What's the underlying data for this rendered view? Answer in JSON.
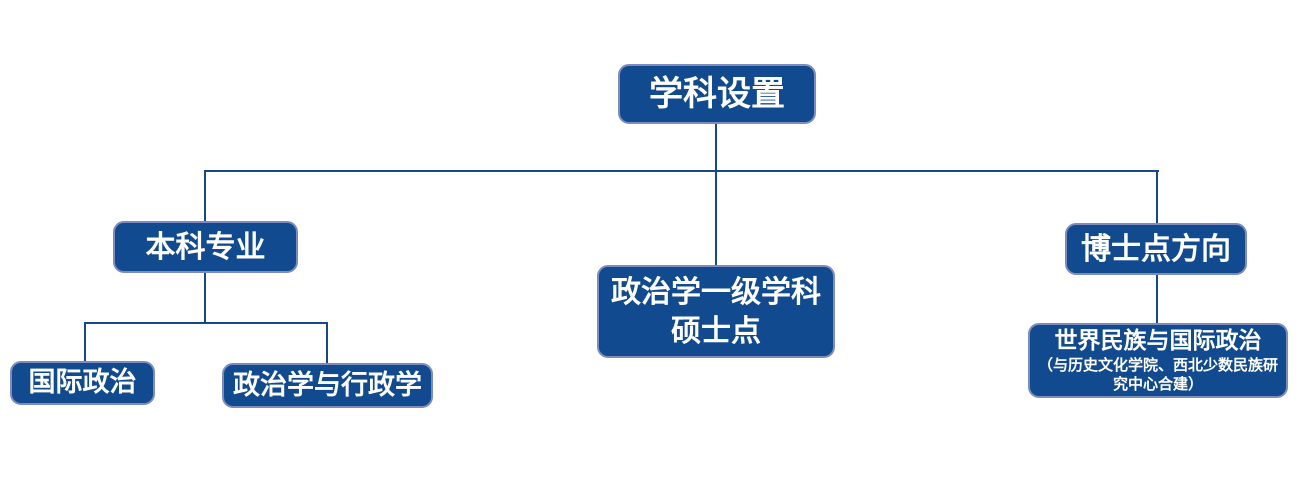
{
  "diagram": {
    "type": "org-chart",
    "colors": {
      "node_fill": "#114a8e",
      "node_border": "#7d8bbf",
      "connector_line": "#16498c",
      "node_text": "#ffffff",
      "background": "#ffffff"
    },
    "nodes": {
      "root": {
        "label": "学科设置"
      },
      "undergraduate": {
        "label": "本科专业"
      },
      "masters": {
        "label": "政治学一级学科\n硕士点"
      },
      "doctoral": {
        "label": "博士点方向"
      },
      "international_politics": {
        "label": "国际政治"
      },
      "political_science_admin": {
        "label": "政治学与行政学"
      },
      "world_ethnic": {
        "label": "世界民族与国际政治",
        "sublabel": "（与历史文化学院、西北少数民族研\n究中心合建）"
      }
    },
    "edges": [
      [
        "root",
        "undergraduate"
      ],
      [
        "root",
        "masters"
      ],
      [
        "root",
        "doctoral"
      ],
      [
        "undergraduate",
        "international_politics"
      ],
      [
        "undergraduate",
        "political_science_admin"
      ],
      [
        "doctoral",
        "world_ethnic"
      ]
    ]
  }
}
